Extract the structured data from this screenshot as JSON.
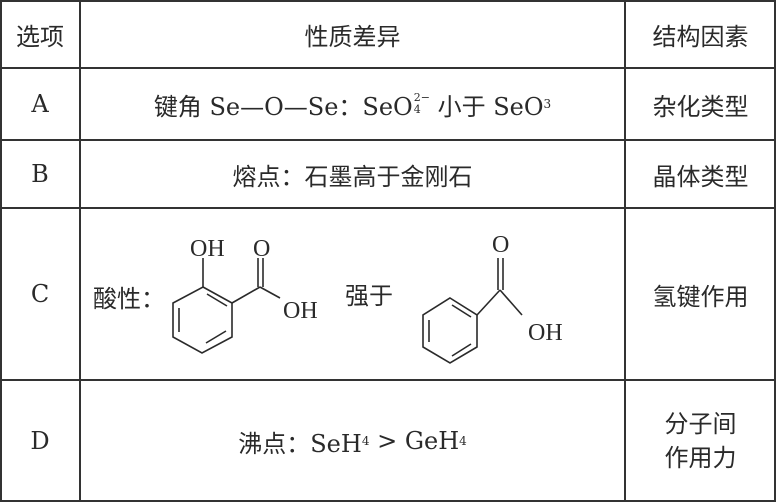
{
  "headers": [
    "选项",
    "性质差异",
    "结构因素"
  ],
  "rows": [
    {
      "option": "A",
      "property": {
        "prefix": "键角 Se—O—Se：SeO",
        "sub": "4",
        "sup": "2−",
        "middle": " 小于 SeO",
        "end_sub": "3"
      },
      "factor": "杂化类型"
    },
    {
      "option": "B",
      "property": {
        "text": "熔点：石墨高于金刚石"
      },
      "factor": "晶体类型"
    },
    {
      "option": "C",
      "property": {
        "label": "酸性：",
        "compare": "强于",
        "oh": "OH",
        "o": "O"
      },
      "factor": "氢键作用"
    },
    {
      "option": "D",
      "property": {
        "prefix": "沸点：SeH",
        "sub1": "4",
        "middle": " > GeH",
        "sub2": "4"
      },
      "factor": [
        "分子间",
        "作用力"
      ]
    }
  ]
}
